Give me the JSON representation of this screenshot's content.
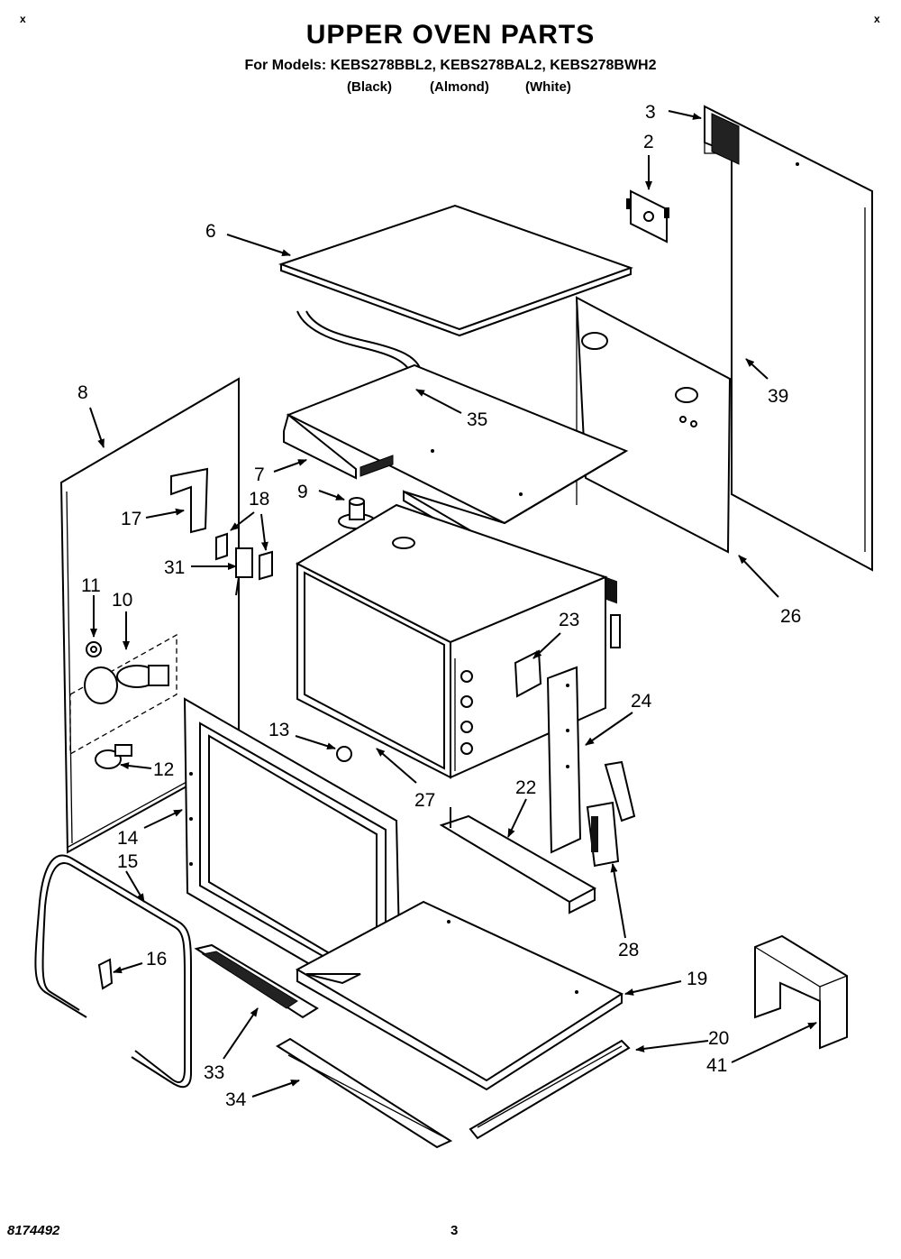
{
  "header": {
    "title": "UPPER OVEN PARTS",
    "models_line": "For Models: KEBS278BBL2, KEBS278BAL2, KEBS278BWH2",
    "variants": [
      "(Black)",
      "(Almond)",
      "(White)"
    ]
  },
  "footer": {
    "doc_number": "8174492",
    "page_number": "3"
  },
  "corner_marks": [
    "x",
    "x"
  ],
  "part_labels": [
    "3",
    "2",
    "6",
    "39",
    "8",
    "35",
    "7",
    "9",
    "18",
    "17",
    "31",
    "26",
    "11",
    "10",
    "23",
    "24",
    "13",
    "12",
    "27",
    "22",
    "14",
    "15",
    "28",
    "16",
    "19",
    "33",
    "20",
    "41",
    "34"
  ]
}
